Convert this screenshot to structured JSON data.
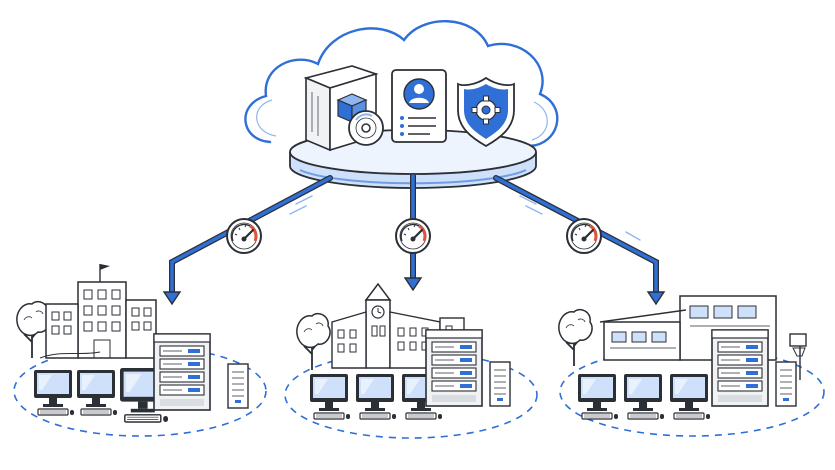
{
  "colors": {
    "ink": "#2b2f36",
    "blue": "#2f6fd6",
    "blue_light": "#cfe0fb",
    "blue_mid": "#8fb6f0",
    "gauge_red": "#e0533c",
    "paper": "#ffffff",
    "gray_fill": "#f1f2f4",
    "gray_mid": "#d9dce1"
  },
  "icons": {
    "cloud": "cloud-icon",
    "software_box": "software-package-icon",
    "disc": "optical-disc-icon",
    "user_profile": "user-profile-card-icon",
    "security": "shield-gear-icon",
    "gauge": "speed-gauge-icon",
    "arrow": "arrow-down-icon",
    "tree": "tree-icon",
    "flag": "flag-icon",
    "clock_tower": "clock-tower-icon",
    "basketball_hoop": "basketball-hoop-icon",
    "monitor": "monitor-icon",
    "keyboard": "keyboard-icon",
    "server_rack": "server-rack-icon"
  },
  "sites": [
    {
      "name": "school-campus-left",
      "computers": 3,
      "building": "office-school-with-flag"
    },
    {
      "name": "school-campus-center",
      "computers": 3,
      "building": "clock-tower-school"
    },
    {
      "name": "school-campus-right",
      "computers": 3,
      "building": "modern-school-with-court"
    }
  ]
}
